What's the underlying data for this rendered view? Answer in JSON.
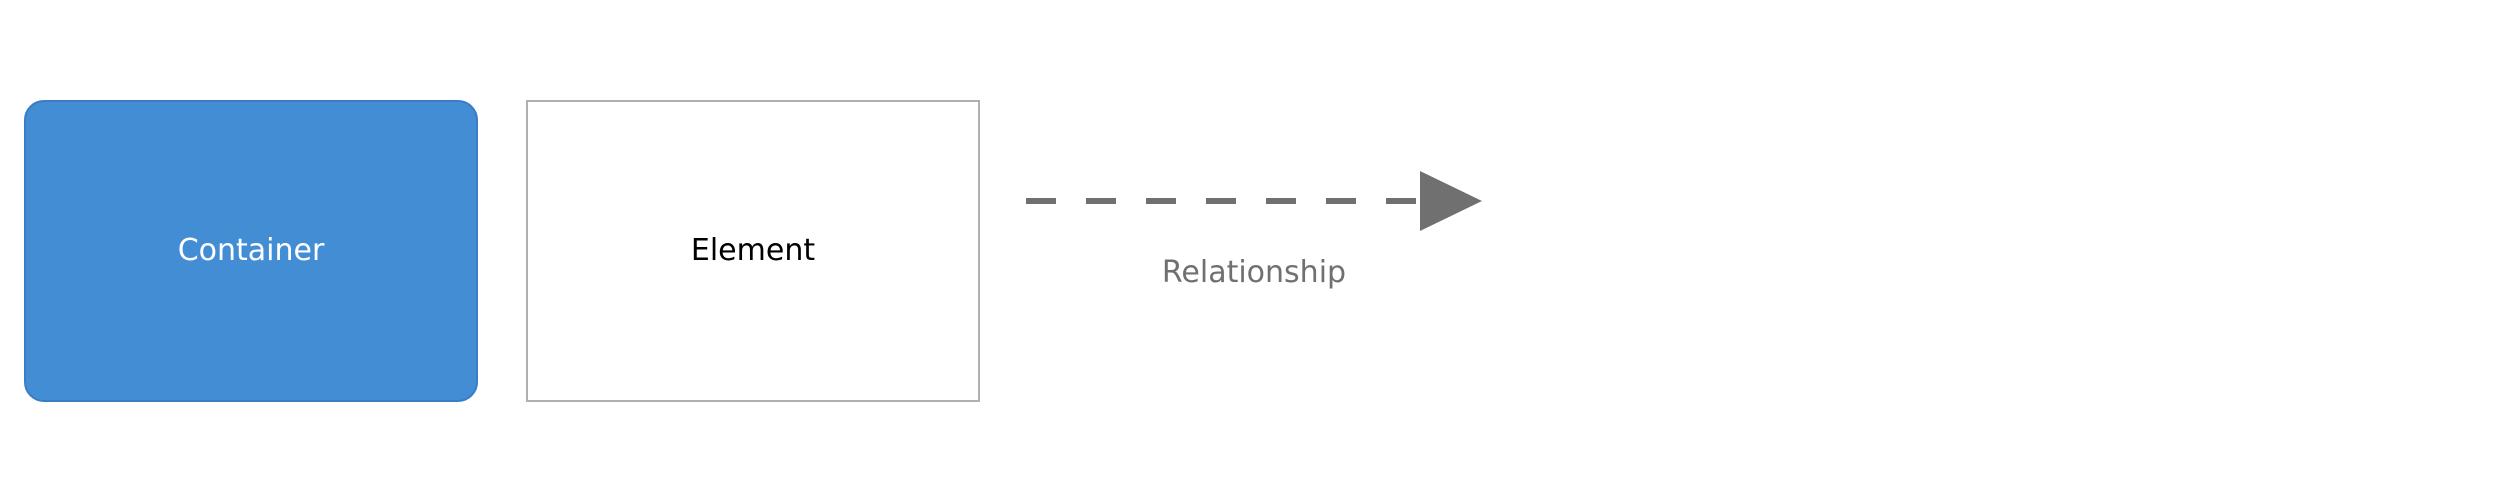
{
  "diagram": {
    "nodes": [
      {
        "label": "Container",
        "fill": "#438dd5",
        "text_color": "#ffffff",
        "shape": "rounded-box"
      },
      {
        "label": "Element",
        "fill": "#ffffff",
        "text_color": "#000000",
        "shape": "box"
      }
    ],
    "relationship": {
      "label": "Relationship",
      "line_style": "dashed",
      "color": "#707070",
      "label_color": "#707070"
    }
  }
}
